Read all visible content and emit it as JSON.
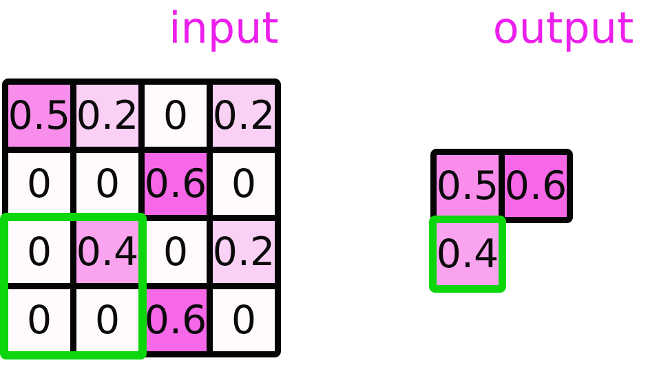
{
  "titles": {
    "input": "input",
    "output": "output"
  },
  "colors": {
    "title_text": "#EC1FEC",
    "grid_frame": "#050505",
    "highlight_green": "#0CD60C",
    "number_text": "#0A0A0A",
    "value_colors": {
      "v0": "#FEFAFE",
      "v02": "#FBD0F5",
      "v04": "#FAA4EF",
      "v05": "#F98DEC",
      "v06": "#F768E8"
    }
  },
  "input_grid": {
    "cells": [
      [
        "0.5",
        "0.2",
        "0",
        "0.2"
      ],
      [
        "0",
        "0",
        "0.6",
        "0"
      ],
      [
        "0",
        "0.4",
        "0",
        "0.2"
      ],
      [
        "0",
        "0",
        "0.6",
        "0"
      ]
    ],
    "highlight_region": "bottom-left 2x2 window (rows 3-4, cols 1-2)"
  },
  "output_grid": {
    "row1": [
      "0.5",
      "0.6"
    ],
    "row2": [
      "0.4"
    ],
    "highlighted_value": "0.4"
  }
}
